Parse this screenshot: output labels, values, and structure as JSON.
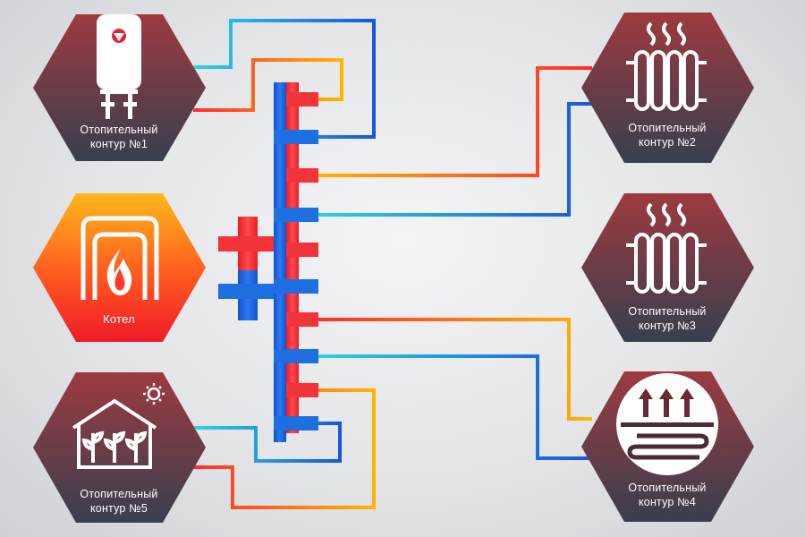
{
  "nodes": {
    "circuit1": {
      "line1": "Отопительный",
      "line2": "контур  №1"
    },
    "circuit2": {
      "line1": "Отопительный",
      "line2": "контур  №2"
    },
    "circuit3": {
      "line1": "Отопительный",
      "line2": "контур  №3"
    },
    "circuit4": {
      "line1": "Отопительный",
      "line2": "контур  №4"
    },
    "circuit5": {
      "line1": "Отопительный",
      "line2": "контур  №5"
    },
    "boiler": {
      "label": "Котел"
    }
  },
  "colors": {
    "hot": "#f2343a",
    "cold": "#1e6fe0",
    "hex_top": "#9a3a3f",
    "hex_bottom": "#3a4150",
    "boiler_top": "#ffb21a",
    "boiler_bottom": "#f01e28"
  },
  "icons": {
    "circuit1": "water-heater-icon",
    "circuit2": "radiator-icon",
    "circuit3": "radiator-icon",
    "circuit4": "underfloor-heating-icon",
    "circuit5": "greenhouse-icon",
    "boiler": "boiler-fire-icon"
  }
}
